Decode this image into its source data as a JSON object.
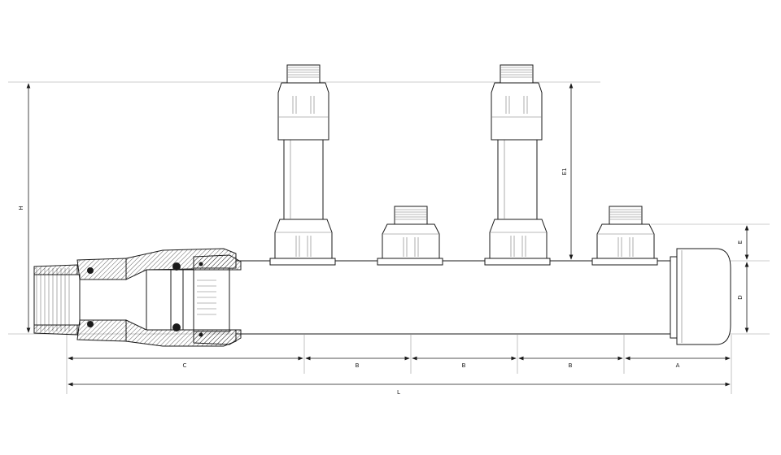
{
  "dimensions": {
    "H": "H",
    "E1": "E1",
    "E": "E",
    "D": "D",
    "C": "C",
    "B1": "B",
    "B2": "B",
    "B3": "B",
    "A": "A",
    "L": "L"
  },
  "colors": {
    "line": "#1a1a1a",
    "background": "#ffffff"
  }
}
